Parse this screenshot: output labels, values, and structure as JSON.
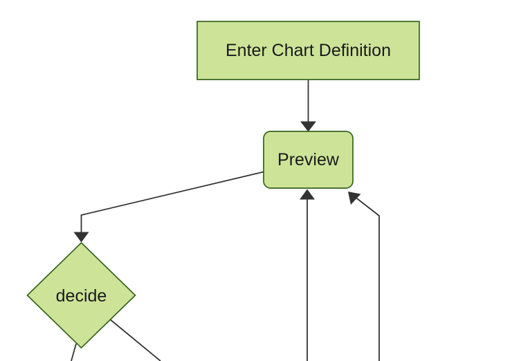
{
  "diagram": {
    "type": "flowchart",
    "direction": "top-down",
    "background": "#ffffff",
    "nodes": [
      {
        "id": "enter-chart-definition",
        "label": "Enter Chart Definition",
        "shape": "rectangle"
      },
      {
        "id": "preview",
        "label": "Preview",
        "shape": "rounded-rectangle"
      },
      {
        "id": "decide",
        "label": "decide",
        "shape": "diamond"
      }
    ],
    "edges": [
      {
        "from": "enter-chart-definition",
        "to": "preview",
        "arrow": true
      },
      {
        "from": "preview",
        "to": "decide",
        "arrow": true
      },
      {
        "from": "decide",
        "to": "offscreen-bottom-left",
        "arrow": false
      },
      {
        "from": "decide",
        "to": "offscreen-bottom-right",
        "arrow": false
      },
      {
        "from": "offscreen-bottom-center",
        "to": "preview",
        "arrow": true
      },
      {
        "from": "offscreen-bottom-right",
        "to": "preview",
        "arrow": true
      }
    ],
    "colors": {
      "node_fill": "#cde498",
      "node_border": "#35621c",
      "edge_line": "#333333",
      "label_text": "#1a1a1a",
      "background": "#ffffff"
    }
  }
}
